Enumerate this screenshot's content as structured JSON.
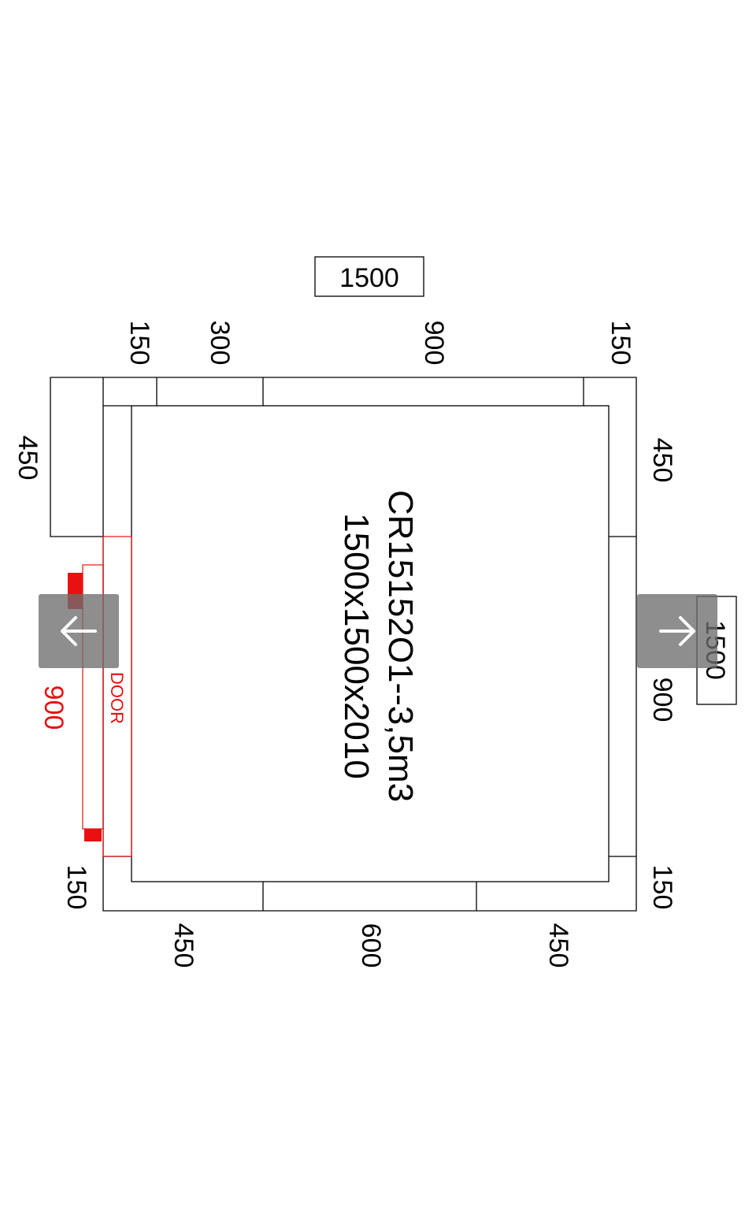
{
  "drawing": {
    "model": "CR15152O1--3,5m3",
    "dimensions": "1500x1500x2010",
    "door_label": "DOOR",
    "door_width": "900",
    "colors": {
      "line": "#000000",
      "door": "#e81010",
      "nav_bg": "#6e6e6e"
    },
    "top_total": "1500",
    "top_segments": [
      "150",
      "300",
      "900",
      "150"
    ],
    "right_total": "1500",
    "right_segments": [
      "450",
      "900",
      "150"
    ],
    "left_segment": "450",
    "bottom_segments": [
      "150",
      "450",
      "600",
      "450"
    ],
    "bottom_right": "150"
  },
  "navigation": {
    "prev_icon": "arrow-left-icon",
    "next_icon": "arrow-right-icon"
  }
}
